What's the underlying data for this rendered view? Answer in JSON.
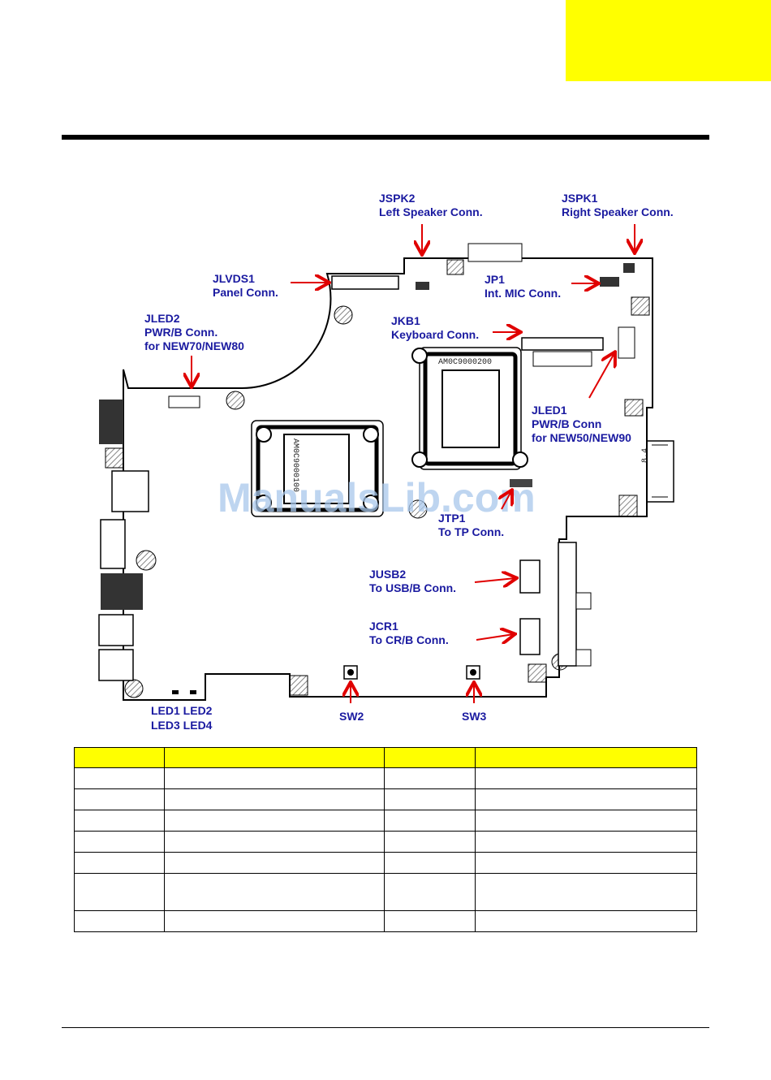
{
  "colors": {
    "tab": "#ffff00",
    "label": "#1a1aa0",
    "arrow": "#e00000",
    "header_row": "#ffff00",
    "watermark": "#a9c8ec"
  },
  "watermark": "ManualsLib.com",
  "chips": {
    "cpu_marking": "AM0C9000200",
    "gpu_marking": "AM0C9000100",
    "side_marking": "8.4"
  },
  "labels": {
    "jspk2": {
      "code": "JSPK2",
      "desc": "Left Speaker Conn."
    },
    "jspk1": {
      "code": "JSPK1",
      "desc": "Right Speaker  Conn."
    },
    "jlvds1": {
      "code": "JLVDS1",
      "desc": "Panel Conn."
    },
    "jp1": {
      "code": "JP1",
      "desc": "Int. MIC Conn."
    },
    "jled2": {
      "code": "JLED2",
      "desc": "PWR/B Conn.",
      "extra": "for NEW70/NEW80"
    },
    "jkb1": {
      "code": "JKB1",
      "desc": "Keyboard Conn."
    },
    "jled1": {
      "code": "JLED1",
      "desc": "PWR/B Conn",
      "extra": "for NEW50/NEW90"
    },
    "jtp1": {
      "code": "JTP1",
      "desc": "To TP Conn."
    },
    "jusb2": {
      "code": "JUSB2",
      "desc": "To USB/B Conn."
    },
    "jcr1": {
      "code": "JCR1",
      "desc": "To CR/B Conn."
    },
    "leds": {
      "line1": "LED1 LED2",
      "line2": "LED3 LED4"
    },
    "sw2": "SW2",
    "sw3": "SW3"
  },
  "table": {
    "rows": [
      {
        "c1": "",
        "c2": "",
        "c3": "",
        "c4": ""
      },
      {
        "c1": "",
        "c2": "",
        "c3": "",
        "c4": ""
      },
      {
        "c1": "",
        "c2": "",
        "c3": "",
        "c4": ""
      },
      {
        "c1": "",
        "c2": "",
        "c3": "",
        "c4": ""
      },
      {
        "c1": "",
        "c2": "",
        "c3": "",
        "c4": ""
      },
      {
        "c1": "",
        "c2": "",
        "c3": "",
        "c4": ""
      },
      {
        "c1": "",
        "c2": "",
        "c3": "",
        "c4": ""
      }
    ]
  }
}
